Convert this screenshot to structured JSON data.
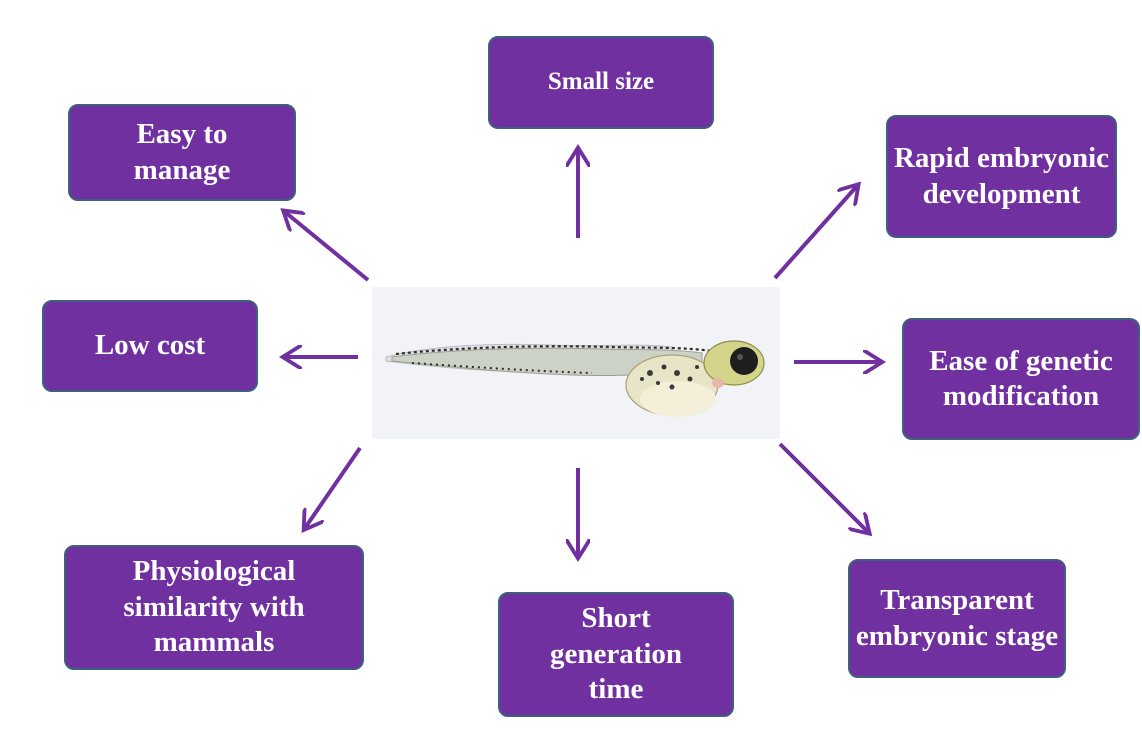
{
  "colors": {
    "box_fill": "#7030a0",
    "box_border": "#3f5f7f",
    "arrow": "#7030a0",
    "text": "#ffffff",
    "image_bg": "#f2f3f6"
  },
  "center_image": {
    "subject": "zebrafish larva"
  },
  "boxes": {
    "small_size": "Small size",
    "easy_to_manage": "Easy to manage",
    "rapid_development": "Rapid embryonic development",
    "low_cost": "Low cost",
    "genetic_modification": "Ease of genetic modification",
    "physiological_similarity": "Physiological similarity with mammals",
    "short_generation": "Short generation time",
    "transparent_stage": "Transparent embryonic stage"
  }
}
